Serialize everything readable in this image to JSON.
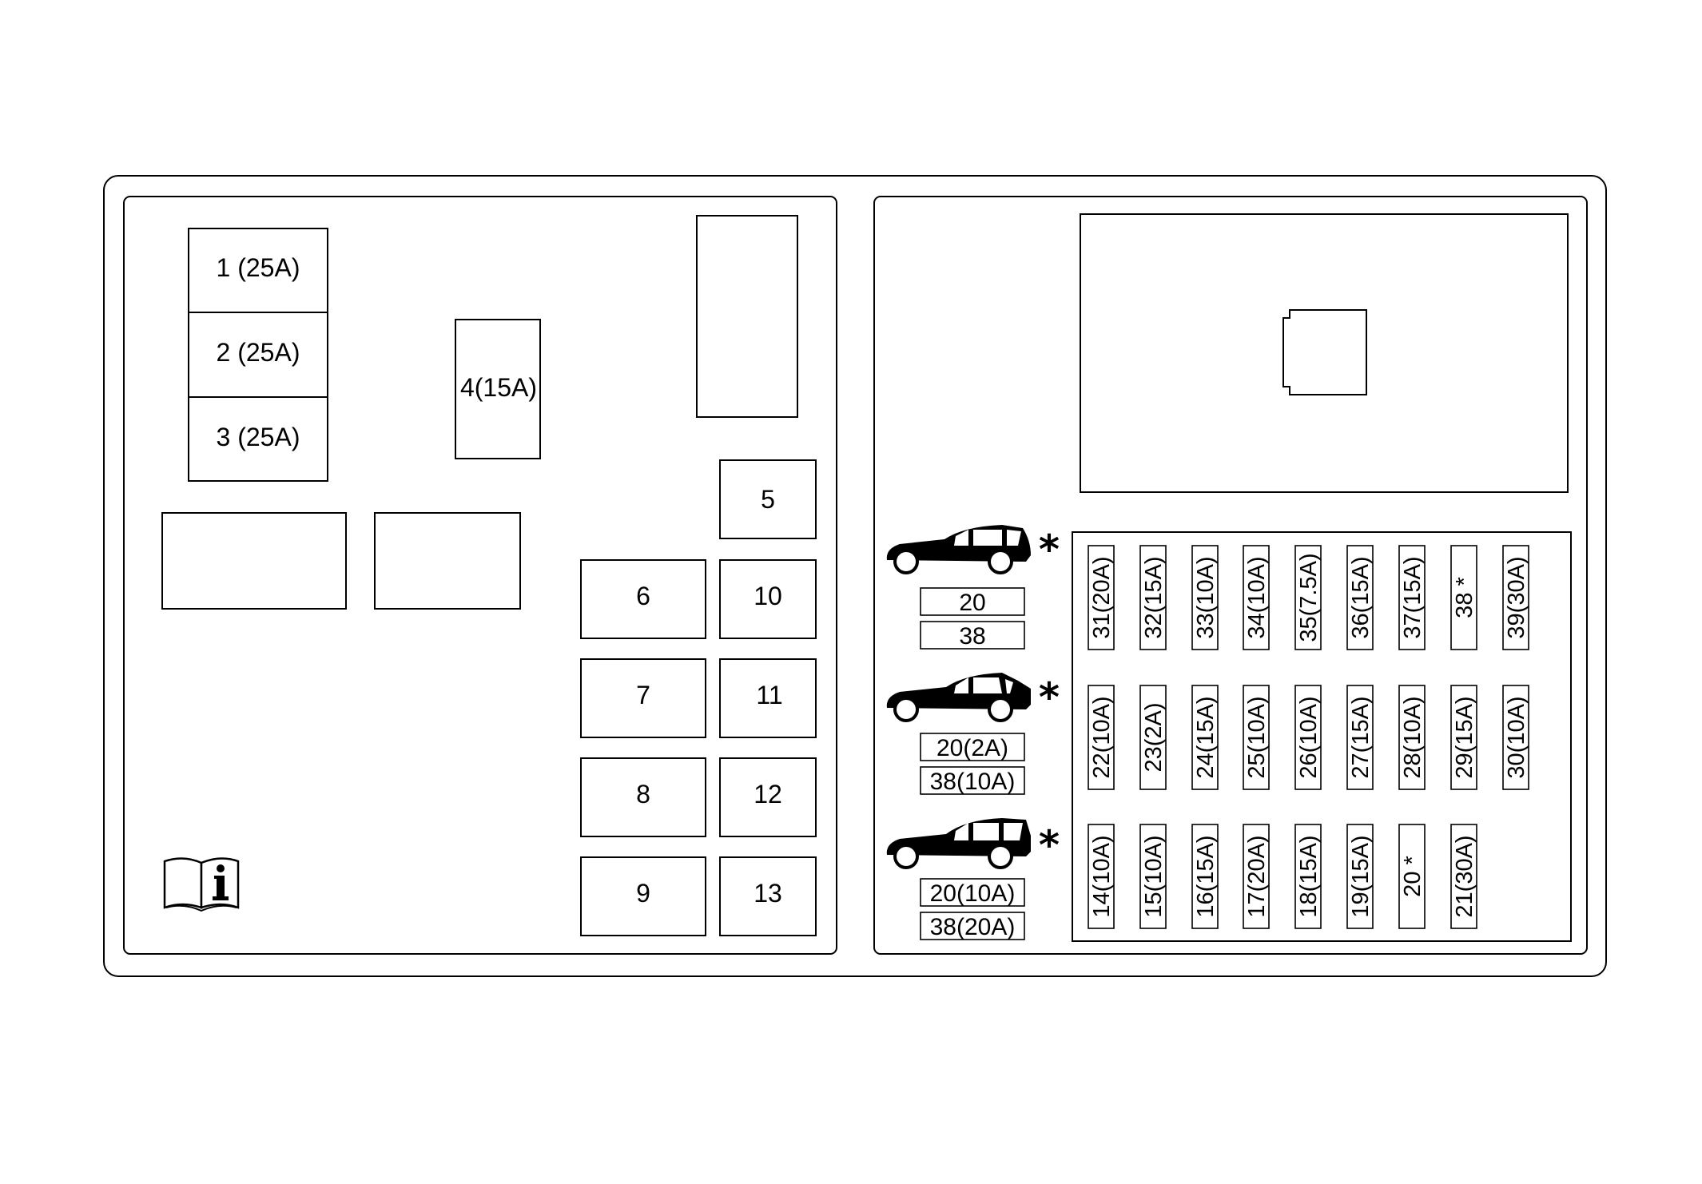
{
  "left_panel": {
    "fuse_1": "1 (25A)",
    "fuse_2": "2 (25A)",
    "fuse_3": "3 (25A)",
    "fuse_4": "4(15A)",
    "relays": [
      "5",
      "6",
      "7",
      "8",
      "9",
      "10",
      "11",
      "12",
      "13"
    ],
    "manual_icon": "info-manual-icon"
  },
  "right_panel": {
    "asterisk": "*",
    "vehicle_variants": [
      {
        "icon": "hatchback-icon",
        "labels": [
          "20",
          "38"
        ]
      },
      {
        "icon": "sedan-icon",
        "labels": [
          "20(2A)",
          "38(10A)"
        ]
      },
      {
        "icon": "wagon-icon",
        "labels": [
          "20(10A)",
          "38(20A)"
        ]
      }
    ],
    "fuse_rows": [
      [
        "31(20A)",
        "32(15A)",
        "33(10A)",
        "34(10A)",
        "35(7.5A)",
        "36(15A)",
        "37(15A)",
        "38 *",
        "39(30A)"
      ],
      [
        "22(10A)",
        "23(2A)",
        "24(15A)",
        "25(10A)",
        "26(10A)",
        "27(15A)",
        "28(10A)",
        "29(15A)",
        "30(10A)"
      ],
      [
        "14(10A)",
        "15(10A)",
        "16(15A)",
        "17(20A)",
        "18(15A)",
        "19(15A)",
        "20 *",
        "21(30A)"
      ]
    ]
  }
}
